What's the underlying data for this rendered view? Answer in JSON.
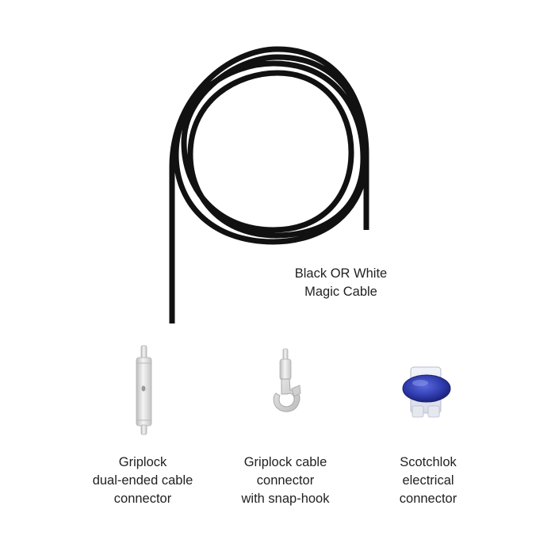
{
  "cable": {
    "label_line1": "Black OR White",
    "label_line2": "Magic Cable"
  },
  "products": [
    {
      "name_line1": "Griplock",
      "name_line2": "dual-ended cable",
      "name_line3": "connector",
      "icon": "griplock-dual-ended-connector-icon"
    },
    {
      "name_line1": "Griplock cable",
      "name_line2": "connector",
      "name_line3": "with snap-hook",
      "icon": "griplock-snap-hook-icon"
    },
    {
      "name_line1": "Scotchlok",
      "name_line2": "electrical",
      "name_line3": "connector",
      "icon": "scotchlok-connector-icon"
    }
  ],
  "colors": {
    "cable": "#111111",
    "text": "#222222",
    "metal": "#d9d9d9",
    "scotchlok_blue": "#2f3fb0"
  }
}
